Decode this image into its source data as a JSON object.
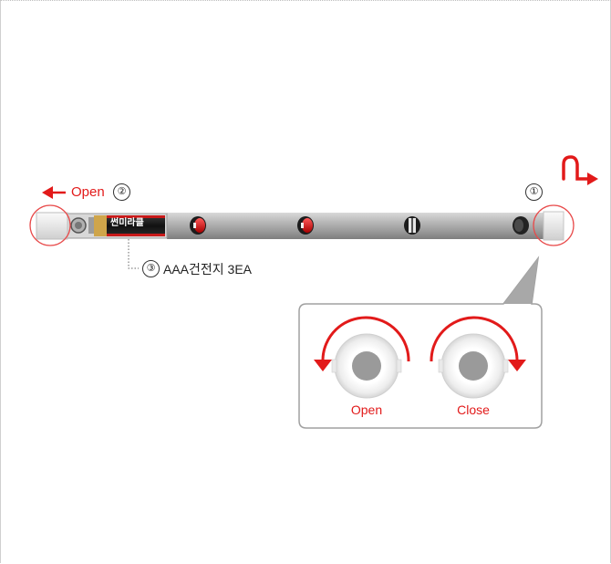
{
  "labels": {
    "open_top": "Open",
    "num_1": "①",
    "num_2": "②",
    "num_3": "③",
    "battery_note": "AAA건전지 3EA",
    "battery_brand": "썬미라클",
    "panel_open": "Open",
    "panel_close": "Close"
  },
  "colors": {
    "accent": "#e21a1a",
    "tube": "#a8a8a8",
    "panel_border": "#a0a0a0"
  },
  "icons": [
    "arrow-left-icon",
    "hook-arrow-icon",
    "rotate-ccw-icon",
    "rotate-cw-icon"
  ]
}
